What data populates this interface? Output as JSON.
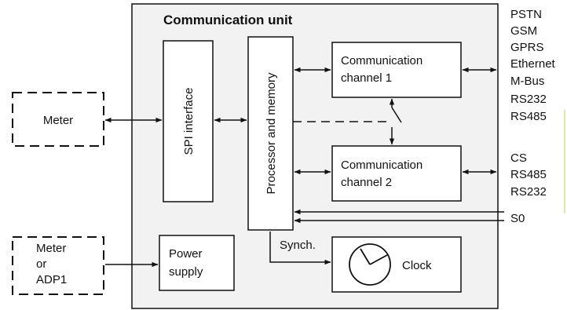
{
  "unit": {
    "title": "Communication unit"
  },
  "blocks": {
    "meter_external": "Meter",
    "meter_adp1": [
      "Meter",
      "or",
      "ADP1"
    ],
    "spi_interface": "SPI interface",
    "processor_memory": "Processor and memory",
    "channel1": [
      "Communication",
      "channel 1"
    ],
    "channel2": [
      "Communication",
      "channel 2"
    ],
    "power_supply": [
      "Power",
      "supply"
    ],
    "clock": "Clock"
  },
  "signals": {
    "synch": "Synch."
  },
  "interfaces": {
    "channel1": [
      "PSTN",
      "GSM",
      "GPRS",
      "Ethernet",
      "M-Bus",
      "RS232",
      "RS485"
    ],
    "channel2": [
      "CS",
      "RS485",
      "RS232"
    ],
    "s0": "S0"
  },
  "colors": {
    "unit_fill": "#f2f2f2",
    "block_fill": "#ffffff",
    "line": "#111111",
    "accent_edge": "#cfe38a"
  }
}
